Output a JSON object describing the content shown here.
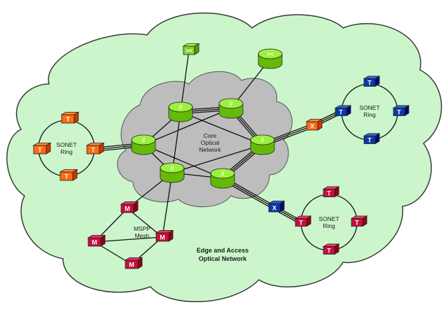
{
  "colors": {
    "edge_cloud": "#ccf5cc",
    "edge_cloud_stroke": "#3a3a3a",
    "core_cloud": "#bdbdbd",
    "core_node": "#7ed321",
    "sonet_left": "#ff6a12",
    "sonet_right": "#0b3aa8",
    "sonet_bottom": "#c4103f",
    "mspp": "#c4103f",
    "dwdm_right": "#ff6a12",
    "dwdm_bottom": "#0b3aa8",
    "line": "#111111"
  },
  "labels": {
    "core": [
      "Core",
      "Optical",
      "Network"
    ],
    "edge": [
      "Edge and Access",
      "Optical Network"
    ],
    "sonet_left": [
      "SONET",
      "Ring"
    ],
    "sonet_right": [
      "SONET",
      "Ring"
    ],
    "sonet_bottom": [
      "SONET",
      "Ring"
    ],
    "mspp": [
      "MSPP",
      "Mesh"
    ]
  },
  "node_glyphs": {
    "core": "//",
    "top_left": "><",
    "top_right": "><",
    "sonet": "T",
    "mspp": "M"
  }
}
